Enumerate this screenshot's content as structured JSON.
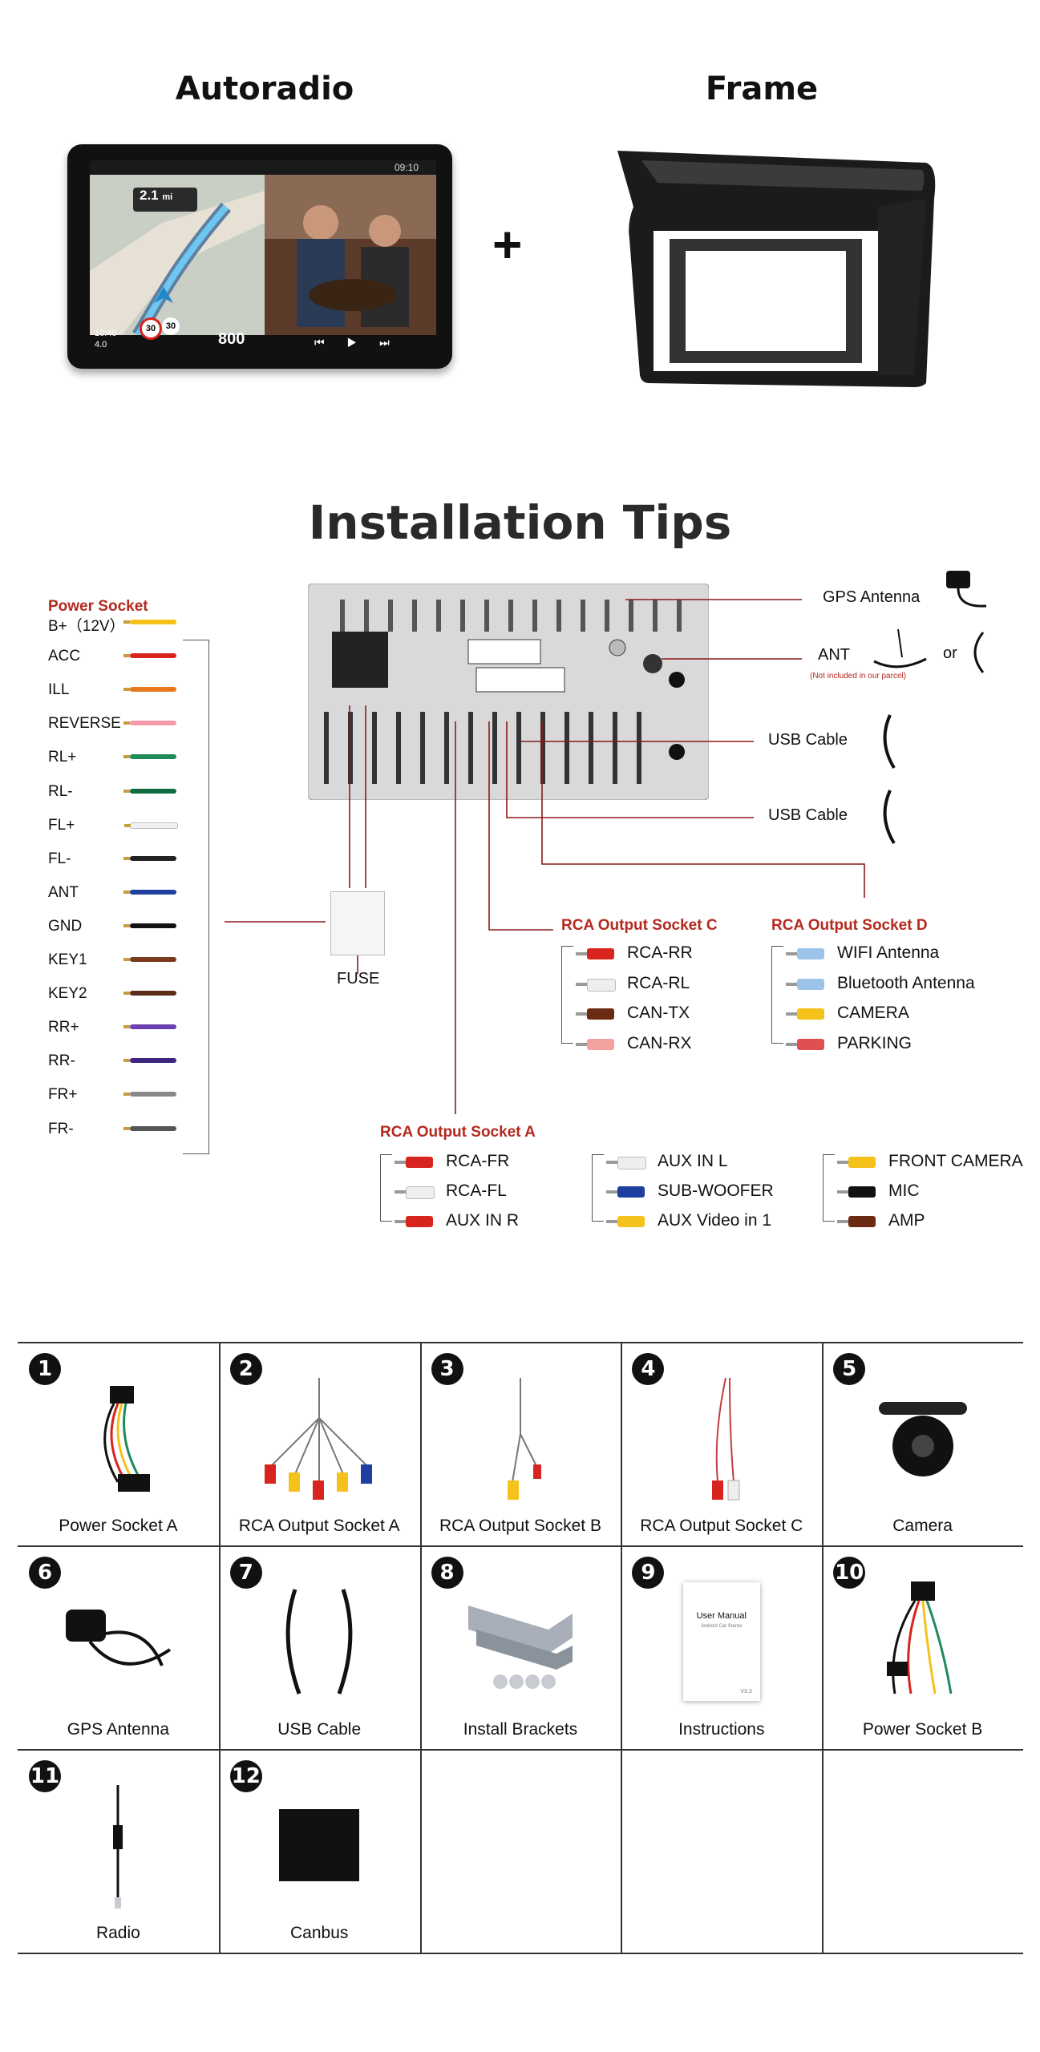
{
  "top": {
    "autoradio_label": "Autoradio",
    "plus": "+",
    "frame_label": "Frame",
    "screen": {
      "time": "09:10",
      "nav_distance": "2.1",
      "nav_unit": "mi",
      "speed_limit_1": "30",
      "speed_limit_2": "30",
      "distance_readout": "800",
      "clock": "10:40",
      "clock_sub": "4.0"
    }
  },
  "install": {
    "title": "Installation Tips",
    "power_socket_title": "Power Socket",
    "wires": [
      {
        "label": "B+（12V）",
        "color": "#f4c21a"
      },
      {
        "label": "ACC",
        "color": "#d8241e"
      },
      {
        "label": "ILL",
        "color": "#e8781e"
      },
      {
        "label": "REVERSE",
        "color": "#f29aa8"
      },
      {
        "label": "RL+",
        "color": "#1f8a5a"
      },
      {
        "label": "RL-",
        "color": "#0f6b42"
      },
      {
        "label": "FL+",
        "color": "#f2f2f2"
      },
      {
        "label": "FL-",
        "color": "#222222"
      },
      {
        "label": "ANT",
        "color": "#1e3ea0"
      },
      {
        "label": "GND",
        "color": "#111111"
      },
      {
        "label": "KEY1",
        "color": "#7a3a1e"
      },
      {
        "label": "KEY2",
        "color": "#5c2c16"
      },
      {
        "label": "RR+",
        "color": "#6a3fb0"
      },
      {
        "label": "RR-",
        "color": "#3d2680"
      },
      {
        "label": "FR+",
        "color": "#888888"
      },
      {
        "label": "FR-",
        "color": "#555555"
      }
    ],
    "fuse_label": "FUSE",
    "gps_label": "GPS Antenna",
    "ant_label": "ANT",
    "ant_note": "(Not included in our parcel)",
    "or_label": "or",
    "usb1_label": "USB  Cable",
    "usb2_label": "USB Cable",
    "rca_c": {
      "title": "RCA Output Socket C",
      "items": [
        {
          "label": "RCA-RR",
          "color": "#d8241e"
        },
        {
          "label": "RCA-RL",
          "color": "#eeeeee"
        },
        {
          "label": "CAN-TX",
          "color": "#6b2b12"
        },
        {
          "label": "CAN-RX",
          "color": "#f2a0a0"
        }
      ]
    },
    "rca_d": {
      "title": "RCA Output Socket D",
      "items": [
        {
          "label": "WIFI Antenna",
          "color": "#9cc4e8"
        },
        {
          "label": "Bluetooth Antenna",
          "color": "#9cc4e8"
        },
        {
          "label": "CAMERA",
          "color": "#f4c21a"
        },
        {
          "label": "PARKING",
          "color": "#e05050"
        }
      ]
    },
    "rca_a": {
      "title": "RCA Output Socket A",
      "col1": [
        {
          "label": "RCA-FR",
          "color": "#d8241e"
        },
        {
          "label": "RCA-FL",
          "color": "#eeeeee"
        },
        {
          "label": "AUX IN R",
          "color": "#d8241e"
        }
      ],
      "col2": [
        {
          "label": "AUX IN L",
          "color": "#eeeeee"
        },
        {
          "label": "SUB-WOOFER",
          "color": "#1e3ea0"
        },
        {
          "label": "AUX Video in 1",
          "color": "#f4c21a"
        }
      ],
      "col3": [
        {
          "label": "FRONT CAMERA",
          "color": "#f4c21a"
        },
        {
          "label": "MIC",
          "color": "#111111"
        },
        {
          "label": "AMP",
          "color": "#6b2b12"
        }
      ]
    }
  },
  "parts": [
    {
      "num": "1",
      "label": "Power Socket A",
      "icon": "power-socket-a-harness"
    },
    {
      "num": "2",
      "label": "RCA Output Socket A",
      "icon": "rca-harness-a"
    },
    {
      "num": "3",
      "label": "RCA Output Socket B",
      "icon": "rca-harness-b"
    },
    {
      "num": "4",
      "label": "RCA Output Socket C",
      "icon": "rca-harness-c"
    },
    {
      "num": "5",
      "label": "Camera",
      "icon": "camera"
    },
    {
      "num": "6",
      "label": "GPS Antenna",
      "icon": "gps-antenna"
    },
    {
      "num": "7",
      "label": "USB Cable",
      "icon": "usb-cables"
    },
    {
      "num": "8",
      "label": "Install Brackets",
      "icon": "brackets"
    },
    {
      "num": "9",
      "label": "Instructions",
      "icon": "manual",
      "doc_title": "User Manual",
      "doc_sub": "Android Car Stereo",
      "doc_ver": "V3.3"
    },
    {
      "num": "10",
      "label": "Power Socket B",
      "icon": "power-socket-b-harness"
    },
    {
      "num": "11",
      "label": "Radio",
      "icon": "radio-cable"
    },
    {
      "num": "12",
      "label": "Canbus",
      "icon": "canbus-box"
    }
  ]
}
